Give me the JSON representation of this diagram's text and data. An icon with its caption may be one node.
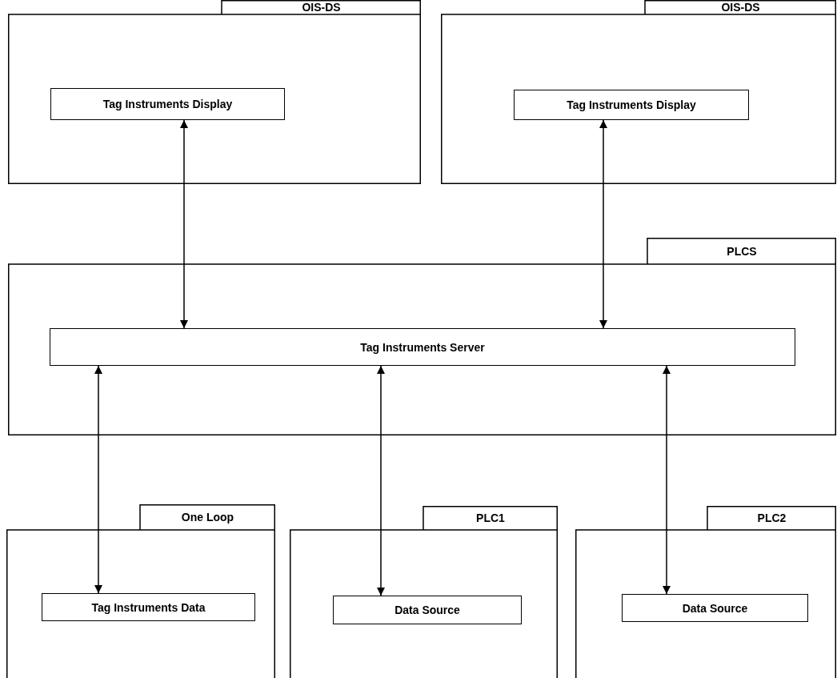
{
  "diagram": {
    "nodes": [
      {
        "text": [
          "OIS-DS"
        ]
      },
      {
        "text": [
          "Tag Instruments Display"
        ],
        "in": 0
      },
      {
        "text": [
          "OIS-DS"
        ]
      },
      {
        "text": [
          "Tag Instruments Display"
        ],
        "in": 2
      },
      {
        "text": [
          "PLCS"
        ]
      },
      {
        "text": [
          "Tag Instruments Server"
        ],
        "in": 4
      },
      {
        "text": [
          "One Loop"
        ]
      },
      {
        "text": [
          "Tag Instruments Data"
        ],
        "in": 6
      },
      {
        "text": [
          "PLC1"
        ]
      },
      {
        "text": [
          "Data Source"
        ],
        "in": 8
      },
      {
        "text": [
          "PLC2"
        ]
      },
      {
        "text": [
          "Data Source"
        ],
        "in": 10
      }
    ],
    "edges": [
      {
        "from": 1,
        "to": 5,
        "arrow": "both"
      },
      {
        "from": 3,
        "to": 5,
        "arrow": "both"
      },
      {
        "from": 5,
        "to": 7,
        "arrow": "both"
      },
      {
        "from": 5,
        "to": 9,
        "arrow": "both"
      },
      {
        "from": 5,
        "to": 11,
        "arrow": "both"
      }
    ]
  }
}
